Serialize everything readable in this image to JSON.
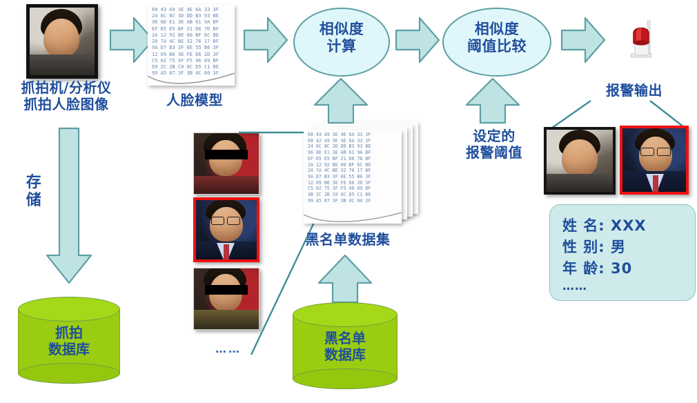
{
  "diagram": {
    "title": "人脸识别比对流程图",
    "accent_teal": "#BFE3E3",
    "accent_teal_border": "#5D9FA4",
    "text_blue": "#1F4E9C",
    "db_green": "#9ACD12",
    "alert_red": "#E00000"
  },
  "nodes": {
    "capture_label": "抓拍机/分析仪\n抓拍人脸图像",
    "face_model_label": "人脸模型",
    "similarity_calc": "相似度\n计算",
    "threshold_compare": "相似度\n阈值比较",
    "alarm_output_label": "报警输出",
    "threshold_setting_label": "设定的\n报警阈值",
    "store_label": "存\n储",
    "blacklist_dataset_label": "黑名单数据集",
    "capture_db_label": "抓拍\n数据库",
    "blacklist_db_label": "黑名单\n数据库",
    "ellipsis": "……"
  },
  "info_panel": {
    "rows": [
      {
        "key": "姓 名:",
        "value": "XXX"
      },
      {
        "key": "性 别:",
        "value": "男"
      },
      {
        "key": "年 龄:",
        "value": "30"
      }
    ],
    "more": "……"
  },
  "hex_document": {
    "lines": [
      "68 43 A9 3E 4E 6A 33 3F",
      "24 6C 8C 3D DD B3 93 BE",
      "96 0D E1 3E AB 61 9A BF",
      "EF D5 E5 BF 21 D6 7D BF",
      "2A 12 92 BE 00 BF 6C BD",
      "20 7A 4C BE 32 76 17 BF",
      "9A D7 B3 3F 6E 55 B6 3F",
      "12 09 B6 3E FE D6 2D 3F",
      "C5 02 75 3F F5 46 69 BF",
      "D9 2C 2B C0 0C D5 C1 BE",
      "99 A5 87 3F 3B 4C 00 3F"
    ]
  },
  "blacklist_document": {
    "lines": [
      "68 43 A9 3E 4E 6A 33 3F",
      "68 42 A9 3E 4E 6A 33 3F",
      "24 6C 8C 3D DD B3 93 BE",
      "96 0D E1 3E AB 61 9A BF",
      "EF D5 E5 BF 21 D6 7D BF",
      "2A 12 92 BE 00 BF 6C BD",
      "20 7A 4C BE 32 76 17 BF",
      "9A D7 B3 3F 6E 55 B6 3F",
      "12 09 B6 3E FE D6 2D 3F",
      "C5 02 75 3F F5 46 69 BF",
      "3B 2C 2B C0 0C D5 C1 BE",
      "99 A5 87 3F 3B 4C 00 3F"
    ]
  },
  "icons": {
    "alarm_beacon": "alarm-beacon-icon"
  },
  "thumbnails": {
    "blacklist": [
      {
        "name": "blacklist-face-1",
        "masked": true,
        "highlighted": false
      },
      {
        "name": "blacklist-face-2",
        "masked": false,
        "highlighted": true
      },
      {
        "name": "blacklist-face-3",
        "masked": true,
        "highlighted": false
      }
    ],
    "match_pair": [
      {
        "name": "probe-face",
        "highlighted": false
      },
      {
        "name": "matched-face",
        "highlighted": true
      }
    ],
    "source_photo": {
      "name": "captured-face-photo"
    }
  }
}
